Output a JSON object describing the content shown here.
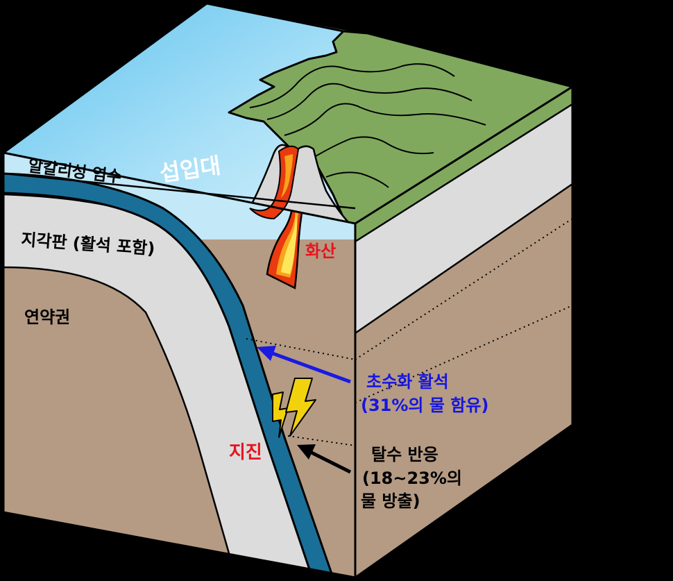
{
  "labels": {
    "subduction_zone": "섭입대",
    "alkaline_seawater": "알칼리성 염수",
    "crustal_plate": "지각판 (활석 포함)",
    "lithosphere": "연약권",
    "volcano": "화산",
    "earthquake": "지진",
    "hydration_line1": "초수화 활석",
    "hydration_line2": "(31%의 물 함유)",
    "dehydration_line1": "탈수 반응",
    "dehydration_line2": "(18~23%의",
    "dehydration_line3": "물 방출)"
  },
  "colors": {
    "background": "#000000",
    "sky": "#8fd6f5",
    "ocean_water": "#c3e8f7",
    "crust_gray": "#dcdcdc",
    "oceanic_plate_blue": "#1a6f98",
    "mantle_brown": "#b59b84",
    "land_green": "#80a95e",
    "lava_red": "#ea3a0f",
    "lava_orange": "#f7a51c",
    "lava_yellow": "#fde55c",
    "label_red": "#e6141e",
    "label_blue": "#1515e0",
    "arrow_blue": "#1a1ae0"
  }
}
